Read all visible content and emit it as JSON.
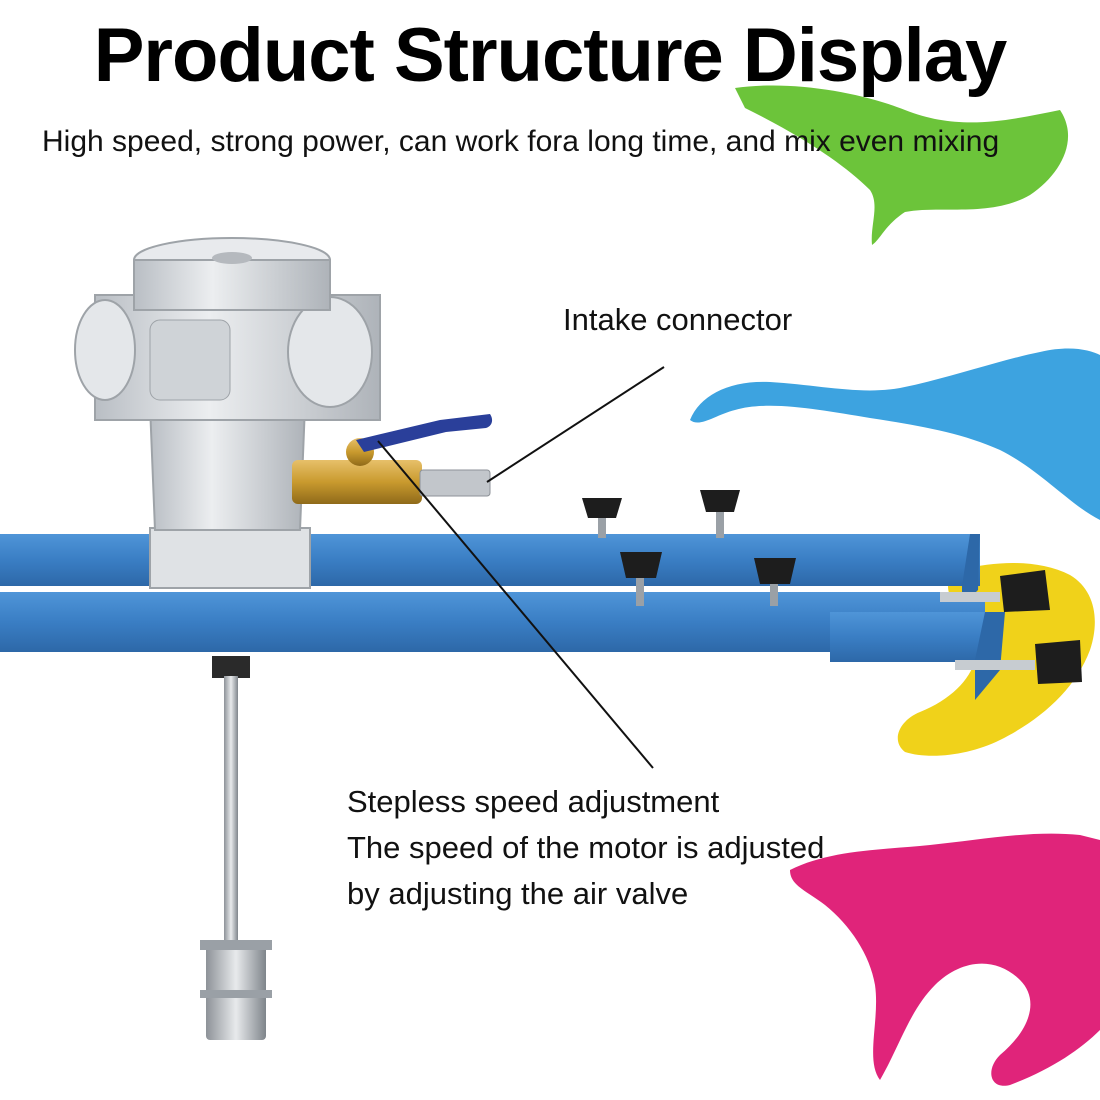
{
  "title": "Product Structure Display",
  "subtitle": "High speed, strong power, can work fora long time, and mix even mixing",
  "callouts": {
    "intake": "Intake connector",
    "speed_heading": "Stepless speed adjustment",
    "speed_line1": "The speed of the motor is adjusted",
    "speed_line2": "by adjusting the air valve"
  },
  "colors": {
    "beam_blue": "#3a7ec4",
    "paint_green": "#6cc43a",
    "paint_blue": "#3da3e0",
    "paint_yellow": "#f0d21a",
    "paint_magenta": "#e0247a",
    "motor_silver": "#d9dcdf",
    "valve_brass": "#c99a2e",
    "valve_handle": "#2a3f9a"
  }
}
